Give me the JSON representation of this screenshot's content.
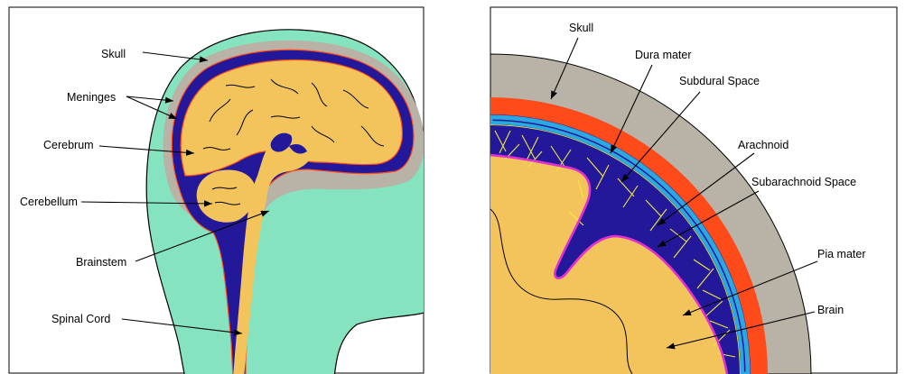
{
  "left_panel": {
    "labels": {
      "skull": "Skull",
      "meninges": "Meninges",
      "cerebrum": "Cerebrum",
      "cerebellum": "Cerebellum",
      "brainstem": "Brainstem",
      "spinal_cord": "Spinal Cord"
    }
  },
  "right_panel": {
    "labels": {
      "skull": "Skull",
      "dura_mater": "Dura mater",
      "subdural_space": "Subdural Space",
      "arachnoid": "Arachnoid",
      "subarachnoid_space": "Subarachnoid Space",
      "pia_mater": "Pia mater",
      "brain": "Brain"
    }
  },
  "colors": {
    "head": "#86e3c0",
    "skull": "#b8b3a6",
    "dura": "#ff4a1a",
    "arachnoid": "#2aa8e0",
    "csf": "#23189a",
    "pia": "#e030d0",
    "brain": "#f3c35c",
    "trabeculae": "#f0ea3a"
  }
}
